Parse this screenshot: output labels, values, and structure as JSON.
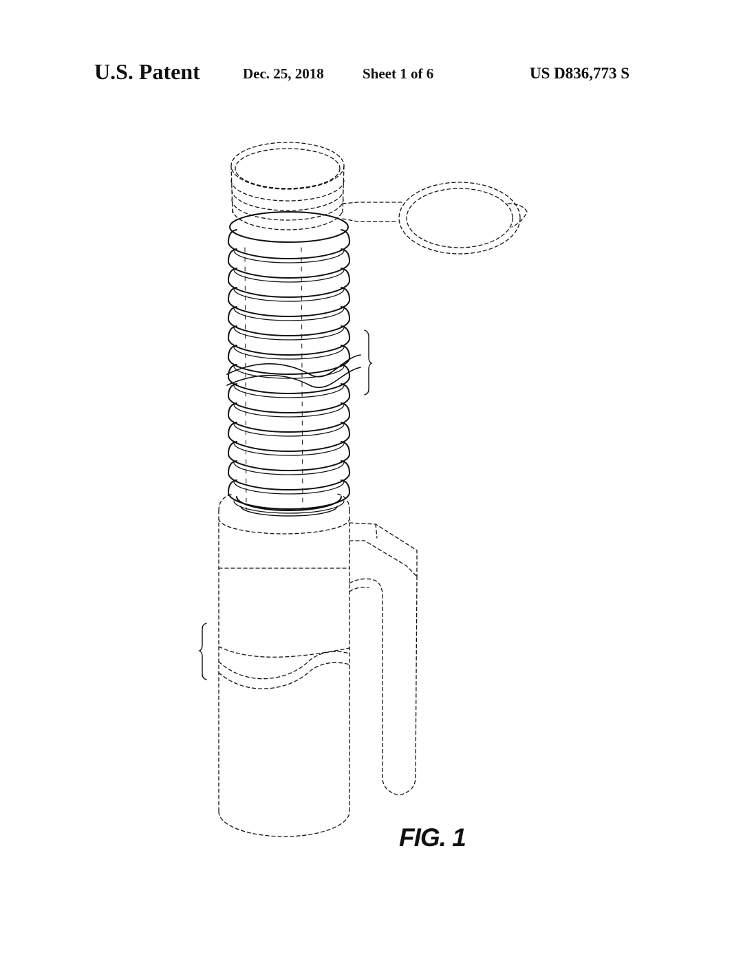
{
  "header": {
    "title": "U.S. Patent",
    "date": "Dec. 25, 2018",
    "sheet": "Sheet 1 of 6",
    "patent_number": "US D836,773 S"
  },
  "figure": {
    "label": "FIG. 1",
    "rib_count": 14,
    "colors": {
      "ink": "#111111",
      "background": "#ffffff"
    }
  }
}
